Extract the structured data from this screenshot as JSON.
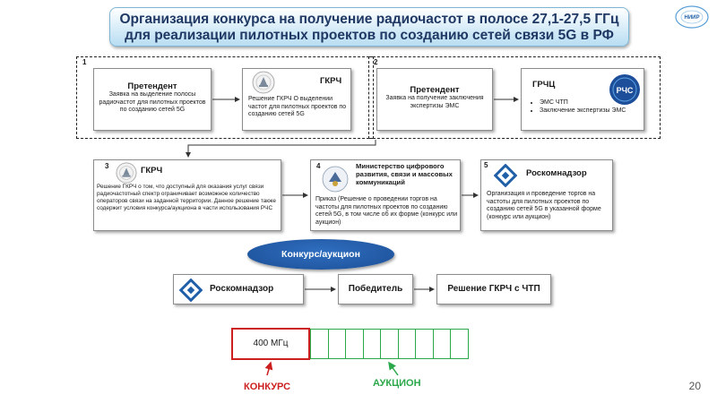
{
  "title": {
    "line1": "Организация конкурса на получение радиочастот в полосе 27,1-27,5 ГГц",
    "line2": "для реализации пилотных проектов по созданию сетей связи 5G в РФ"
  },
  "corner_logo": {
    "text": "НИИР",
    "icon": "niir-logo"
  },
  "groups": {
    "g1": {
      "num": "1"
    },
    "g2": {
      "num": "2"
    }
  },
  "boxes": {
    "applicant1": {
      "title": "Претендент",
      "text": "Заявка на выделение полосы радиочастот для пилотных проектов по созданию сетей 5G"
    },
    "gkrch1": {
      "title": "ГКРЧ",
      "text": "Решение ГКРЧ О выделении частот для пилотных проектов по созданию сетей 5G",
      "icon": "gkrch-emblem-icon"
    },
    "applicant2": {
      "title": "Претендент",
      "text": "Заявка на получение заключения экспертизы ЭМС"
    },
    "grchc": {
      "title": "ГРЧЦ",
      "bullets": [
        "ЭМС ЧТП",
        "Заключение экспертизы ЭМС"
      ],
      "icon": "rchs-logo-icon",
      "logo_text": "РЧС"
    },
    "gkrch3": {
      "num": "3",
      "title": "ГКРЧ",
      "text": "Решение ГКРЧ о том, что доступный для оказания услуг связи радиочастотный спектр ограничивает возможное количество операторов связи на заданной территории. Данное решение также содержит условия конкурса/аукциона в части использования РЧС",
      "icon": "gkrch-emblem-icon"
    },
    "ministry": {
      "num": "4",
      "title": "Министерство цифрового развития, связи и массовых коммуникаций",
      "text": "Приказ (Решение о проведении торгов на частоты для пилотных проектов по созданию сетей 5G, в том числе об их форме (конкурс или аукцион)",
      "icon": "ministry-emblem-icon"
    },
    "rkn5": {
      "num": "5",
      "title": "Роскомнадзор",
      "text": "Организация и проведение торгов на частоты для пилотных проектов по созданию сетей 5G в указанной форме (конкурс или аукцион)",
      "icon": "roskomnadzor-logo-icon"
    }
  },
  "oval": {
    "label": "Конкурс/аукцион"
  },
  "flow": {
    "rkn": "Роскомнадзор",
    "winner": "Победитель",
    "decision": "Решение ГКРЧ с ЧТП"
  },
  "spectrum": {
    "konkurs_value": "400 МГц",
    "konkurs_label": "КОНКУРС",
    "auction_label": "АУКЦИОН",
    "auction_cells": 9
  },
  "colors": {
    "konkurs": "#cc1f1f",
    "auction": "#2aa84a",
    "oval": "#1f4f98",
    "title_text": "#1f3864"
  },
  "page_number": "20"
}
